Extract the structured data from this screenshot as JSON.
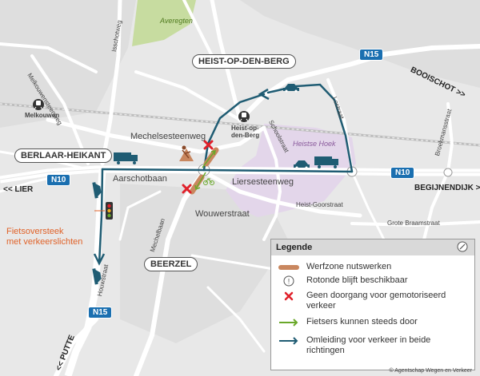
{
  "towns": {
    "heist": "HEIST-OP-DEN-BERG",
    "berlaar": "BERLAAR-HEIKANT",
    "beerzel": "BEERZEL"
  },
  "directions": {
    "lier": "<< LIER",
    "booischot": "BOOISCHOT >>",
    "begijnendijk": "BEGIJNENDIJK >>",
    "putte": "<< PUTTE"
  },
  "roads": {
    "n10_left": "N10",
    "n10_right": "N10",
    "n15_top": "N15",
    "n15_bottom": "N15"
  },
  "streets": {
    "averegten": "Averegten",
    "isschotweg": "Isschotweg",
    "melkouwensteenweg": "Melkouwensteenweg",
    "mechelsesteenweg": "Mechelsesteenweg",
    "aarschotbaan": "Aarschotbaan",
    "schoolstraat": "Schoolstraat",
    "heistse_hoek": "Heistse Hoek",
    "liersesteenweg": "Liersesteenweg",
    "wouwerstraat": "Wouwerstraat",
    "heist_goorstraat": "Heist-Goorstraat",
    "mechelbaan": "Mechelbaan",
    "houwstraat": "Houwstraat",
    "lostraat": "Lostraat",
    "broekmansstraat": "Broekmansstraat",
    "grote_braamstraat": "Grote Braamstraat"
  },
  "stations": {
    "melkouwen": "Melkouwen",
    "heist_line1": "Heist-op-",
    "heist_line2": "den-Berg"
  },
  "annotation": {
    "line1": "Fietsoversteek",
    "line2": "met verkeerslichten"
  },
  "legend": {
    "title": "Legende",
    "worksite": "Werfzone nutswerken",
    "roundabout": "Rotonde blijft beschikbaar",
    "no_access": "Geen doorgang voor gemotoriseerd verkeer",
    "cyclists": "Fietsers kunnen steeds door",
    "detour": "Omleiding voor verkeer in beide richtingen"
  },
  "credit": "© Agentschap Wegen en Verkeer",
  "colors": {
    "background": "#e8e8e8",
    "road": "#ffffff",
    "n_road_badge": "#1a6fb0",
    "detour": "#1f5c73",
    "worksite": "#c9875f",
    "no_access": "#e0202a",
    "cyclists": "#6aa82a",
    "green_area": "#c7dca0",
    "purple_area": "#e3d6ea",
    "annotation": "#e0632a"
  },
  "icons": [
    "train-station-icon",
    "truck-icon",
    "car-icon",
    "roadwork-icon",
    "traffic-light-icon",
    "roundabout-icon",
    "cross-icon",
    "arrow-icon"
  ]
}
